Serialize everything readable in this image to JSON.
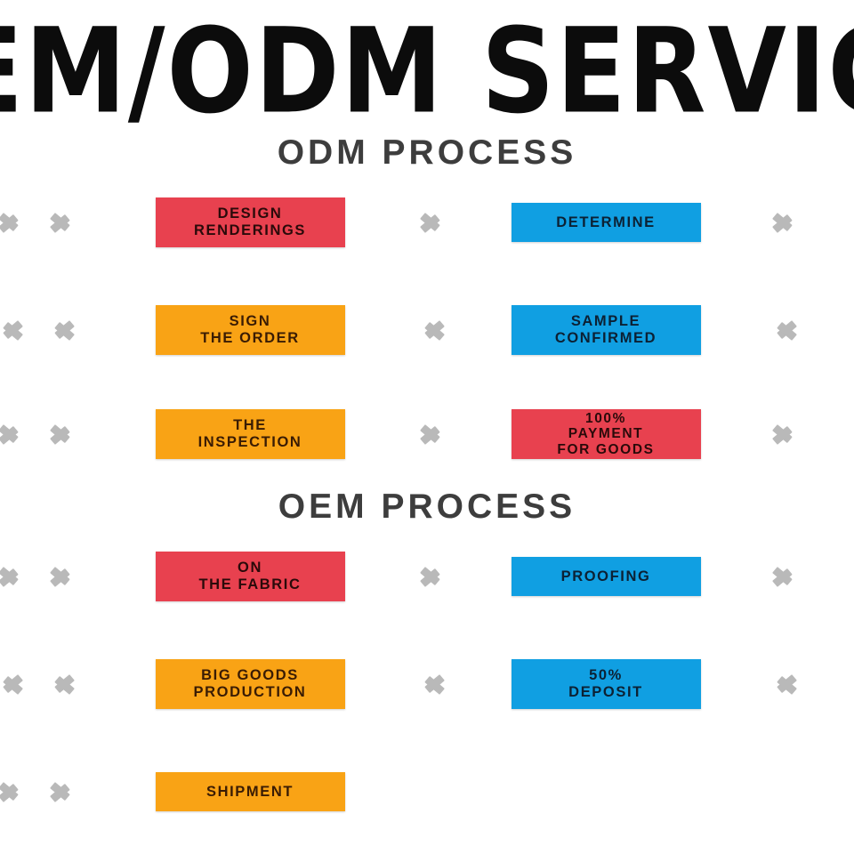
{
  "title": {
    "text": "EM/ODM  SERVIC",
    "full_text_hint": "OEM/ODM SERVICE"
  },
  "colors": {
    "red": "#e8414f",
    "orange": "#f9a315",
    "blue": "#109fe2",
    "arrow_gray": "#b9b9b9",
    "heading_gray": "#3d3d3d",
    "background": "#ffffff"
  },
  "sections": [
    {
      "heading": "ODM PROCESS",
      "rows": [
        {
          "direction": "right",
          "left_arrow": "chevron-right-icon",
          "mid_arrow": "chevron-right-icon",
          "right_arrow": "chevron-right-icon",
          "boxes": [
            {
              "color": "red",
              "lines": [
                "DESIGN",
                "RENDERINGS"
              ]
            },
            {
              "color": "blue",
              "lines": [
                "DETERMINE"
              ]
            }
          ]
        },
        {
          "direction": "left",
          "left_arrow": "chevron-left-icon",
          "mid_arrow": "chevron-left-icon",
          "right_arrow": "chevron-left-icon",
          "boxes": [
            {
              "color": "orange",
              "lines": [
                "SIGN",
                "THE ORDER"
              ]
            },
            {
              "color": "blue",
              "lines": [
                "SAMPLE",
                "CONFIRMED"
              ]
            }
          ]
        },
        {
          "direction": "right",
          "left_arrow": "chevron-right-icon",
          "mid_arrow": "chevron-right-icon",
          "right_arrow": "chevron-right-icon",
          "boxes": [
            {
              "color": "orange",
              "lines": [
                "THE",
                "INSPECTION"
              ]
            },
            {
              "color": "red",
              "lines": [
                "100%",
                "PAYMENT",
                "FOR GOODS"
              ]
            }
          ]
        }
      ]
    },
    {
      "heading": "OEM PROCESS",
      "rows": [
        {
          "direction": "right",
          "left_arrow": "chevron-right-icon",
          "mid_arrow": "chevron-right-icon",
          "right_arrow": "chevron-right-icon",
          "boxes": [
            {
              "color": "red",
              "lines": [
                "ON",
                "THE FABRIC"
              ]
            },
            {
              "color": "blue",
              "lines": [
                "PROOFING"
              ]
            }
          ]
        },
        {
          "direction": "left",
          "left_arrow": "chevron-left-icon",
          "mid_arrow": "chevron-left-icon",
          "right_arrow": "chevron-left-icon",
          "boxes": [
            {
              "color": "orange",
              "lines": [
                "BIG GOODS",
                "PRODUCTION"
              ]
            },
            {
              "color": "blue",
              "lines": [
                "50%",
                "DEPOSIT"
              ]
            }
          ]
        },
        {
          "direction": "right",
          "left_arrow": "chevron-right-icon",
          "mid_arrow": null,
          "right_arrow": null,
          "boxes": [
            {
              "color": "orange",
              "lines": [
                "SHIPMENT"
              ]
            }
          ]
        }
      ]
    }
  ]
}
